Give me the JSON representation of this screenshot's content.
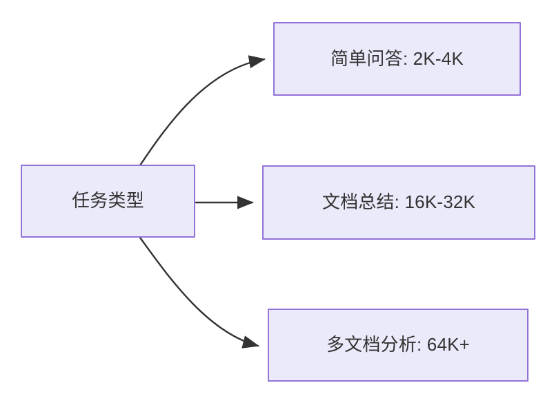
{
  "diagram": {
    "type": "flowchart",
    "direction": "left-to-right",
    "background_color": "#ffffff",
    "node_fill_color": "#ebeafa",
    "node_border_color": "#9373d8",
    "node_text_color": "#333333",
    "edge_color": "#333333",
    "nodes": [
      {
        "id": "source",
        "label": "任务类型",
        "role": "root"
      },
      {
        "id": "simple-qa",
        "label": "简单问答: 2K-4K",
        "role": "leaf"
      },
      {
        "id": "doc-summary",
        "label": "文档总结: 16K-32K",
        "role": "leaf"
      },
      {
        "id": "multi-doc",
        "label": "多文档分析: 64K+",
        "role": "leaf"
      }
    ],
    "edges": [
      {
        "id": "edge-source-simple-qa",
        "from": "source",
        "to": "simple-qa",
        "label": "",
        "style": "curved"
      },
      {
        "id": "edge-source-doc-summary",
        "from": "source",
        "to": "doc-summary",
        "label": "",
        "style": "straight"
      },
      {
        "id": "edge-source-multi-doc",
        "from": "source",
        "to": "multi-doc",
        "label": "",
        "style": "curved"
      }
    ]
  }
}
